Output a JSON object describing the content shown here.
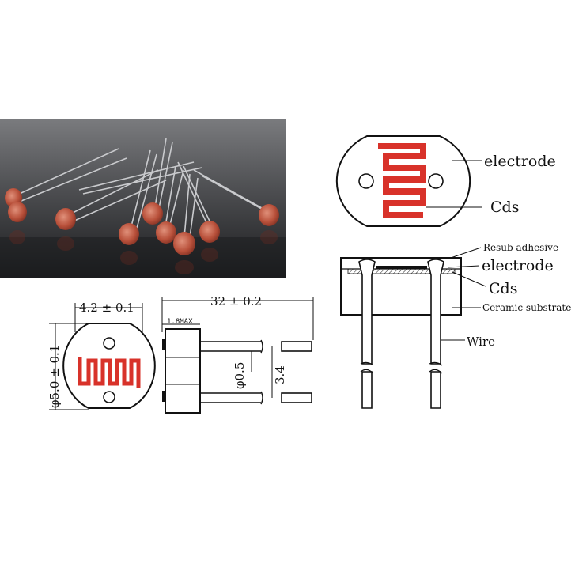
{
  "photo": {
    "description_icon": "photoresistor-photo"
  },
  "top_view_labels": {
    "electrode": "electrode",
    "cds": "Cds"
  },
  "cross_section_labels": {
    "resub_adhesive": "Resub adhesive",
    "electrode": "electrode",
    "cds": "Cds",
    "ceramic_substrate": "Ceramic substrate",
    "wire": "Wire"
  },
  "dimensions": {
    "width": "4.2 ± 0.1",
    "diameter": "φ5.0 ± 0.1",
    "length": "32 ± 0.2",
    "max_body": "1.8MAX",
    "lead_diameter": "φ0.5",
    "lead_pitch": "3.4"
  },
  "colors": {
    "electrode_red": "#d8322a",
    "line": "#111111",
    "photo_bg": "#5a5b5e"
  }
}
